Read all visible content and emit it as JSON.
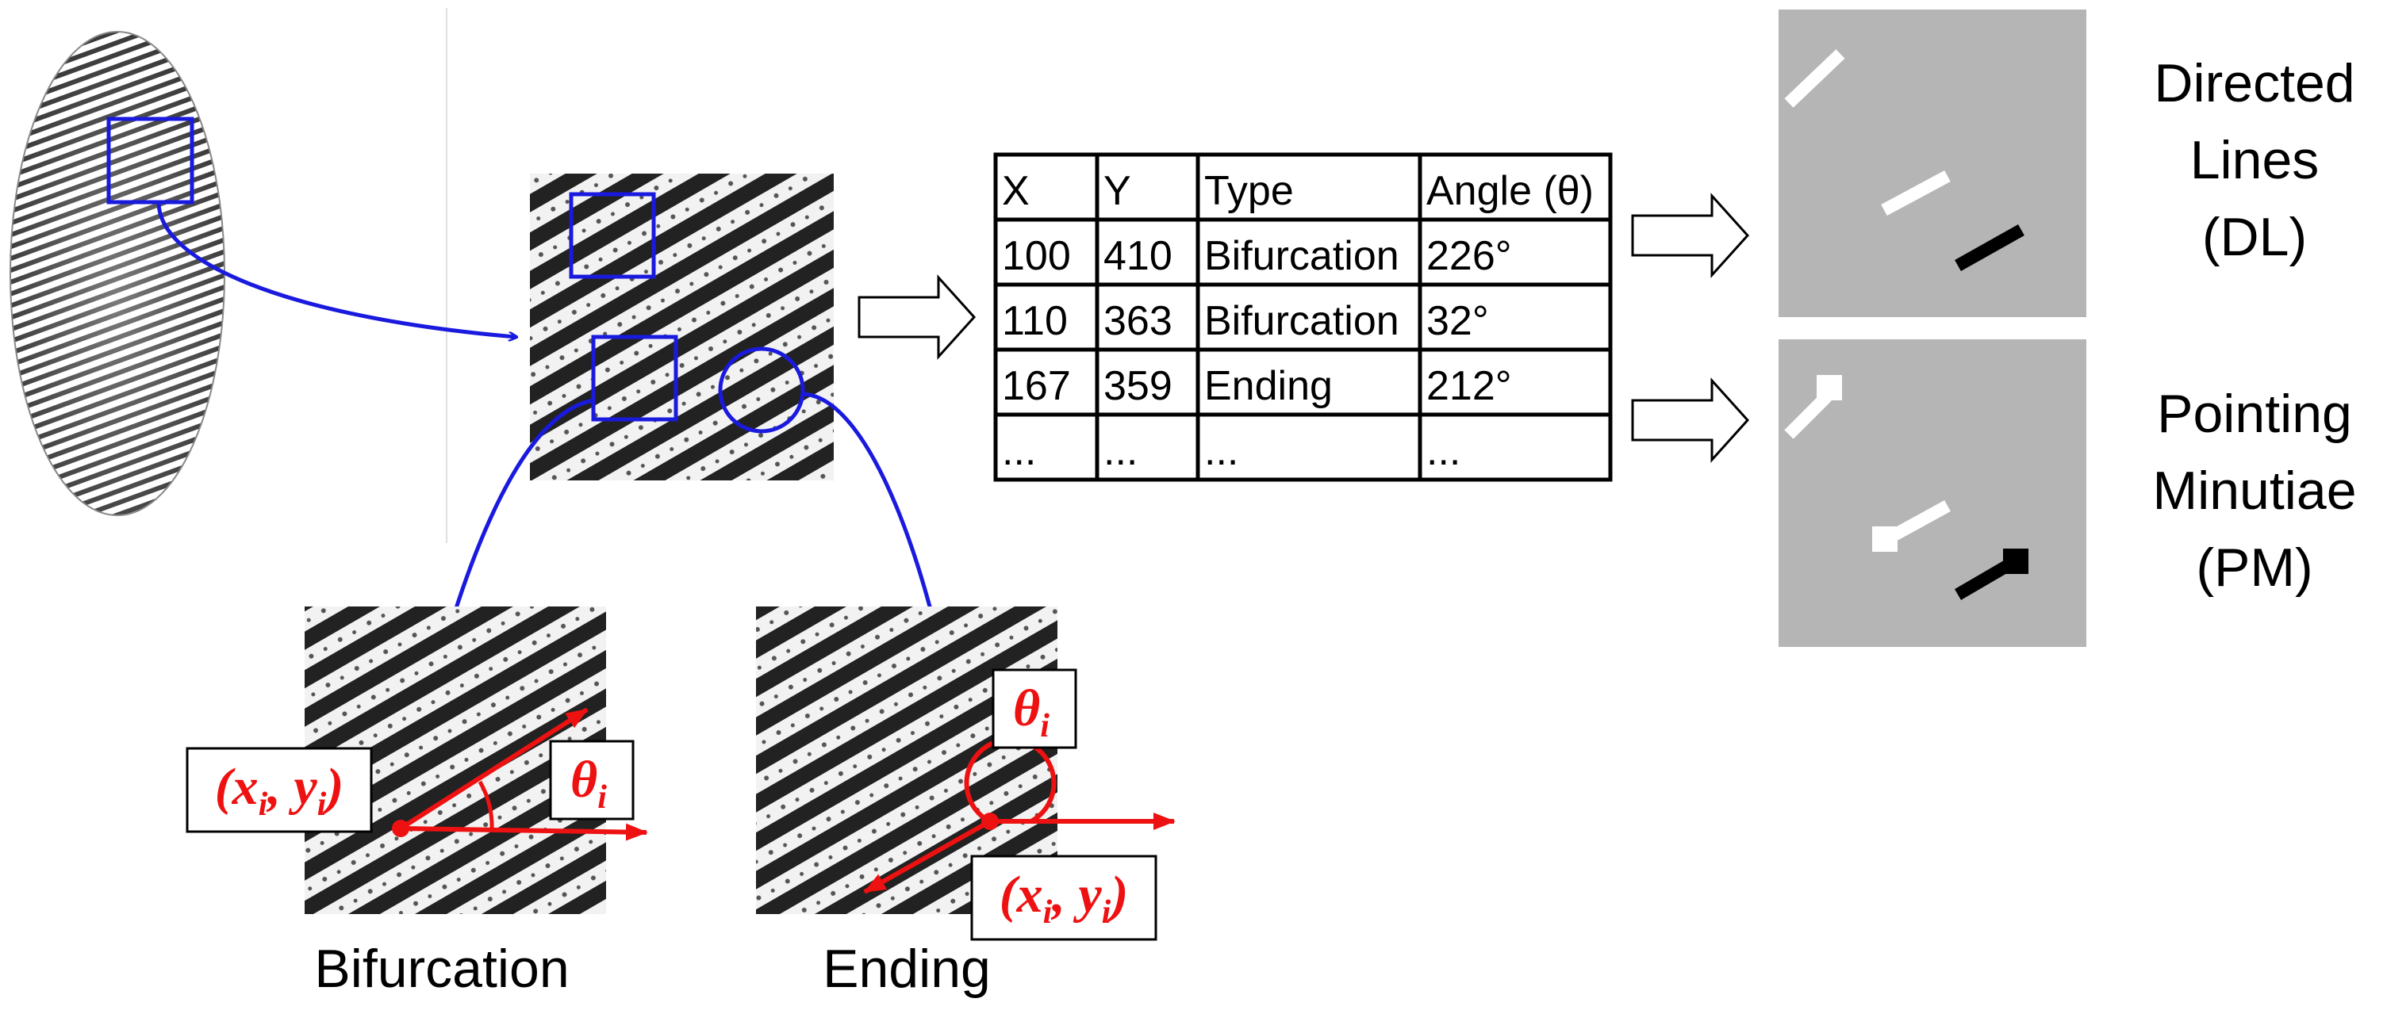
{
  "colors": {
    "connector_blue": "#1a1adf",
    "annotation_red": "#ee1111",
    "panel_gray": "#b5b5b5",
    "ink": "#000000"
  },
  "table": {
    "headers": [
      "X",
      "Y",
      "Type",
      "Angle (θ)"
    ],
    "rows": [
      [
        "100",
        "410",
        "Bifurcation",
        "226°"
      ],
      [
        "110",
        "363",
        "Bifurcation",
        "32°"
      ],
      [
        "167",
        "359",
        "Ending",
        "212°"
      ],
      [
        "...",
        "...",
        "...",
        "..."
      ]
    ]
  },
  "patches": {
    "bifurcation_caption": "Bifurcation",
    "ending_caption": "Ending",
    "coord_label_main": "(x",
    "coord_label_sub1": "i",
    "coord_label_comma": ", y",
    "coord_label_sub2": "i",
    "coord_label_close": ")",
    "angle_label_main": "θ",
    "angle_label_sub": "i"
  },
  "representations": {
    "directed_lines": [
      "Directed",
      "Lines",
      "(DL)"
    ],
    "pointing_minutiae": [
      "Pointing",
      "Minutiae",
      "(PM)"
    ]
  },
  "icons": [
    "fingerprint-image",
    "arrow-right-icon"
  ]
}
